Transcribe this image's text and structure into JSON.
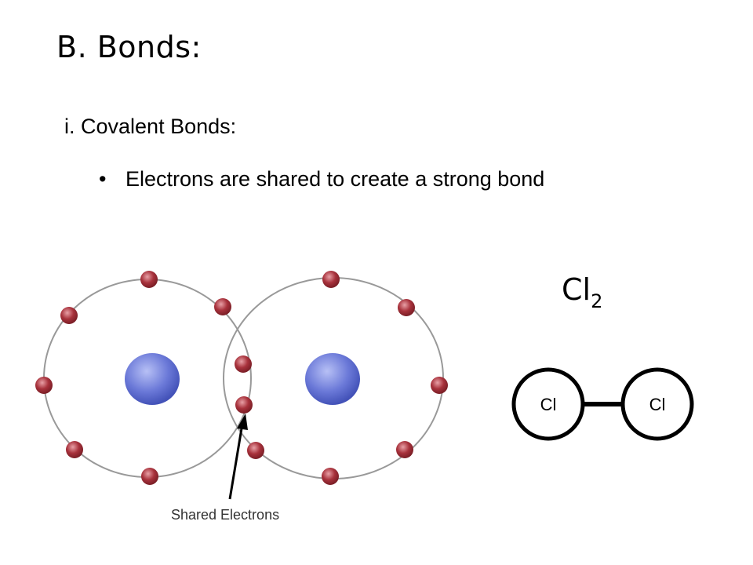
{
  "slide": {
    "title": "B.  Bonds:",
    "subheading": "i.  Covalent Bonds:",
    "bullet": "Electrons are shared to create a strong bond",
    "formula_symbol": "Cl",
    "formula_subscript": "2"
  },
  "atom_diagram": {
    "shared_label": "Shared Electrons",
    "colors": {
      "nucleus": "#6b79d8",
      "electron": "#a8323c",
      "orbit": "#999999"
    }
  },
  "structural_formula": {
    "left_atom": "Cl",
    "right_atom": "Cl"
  }
}
